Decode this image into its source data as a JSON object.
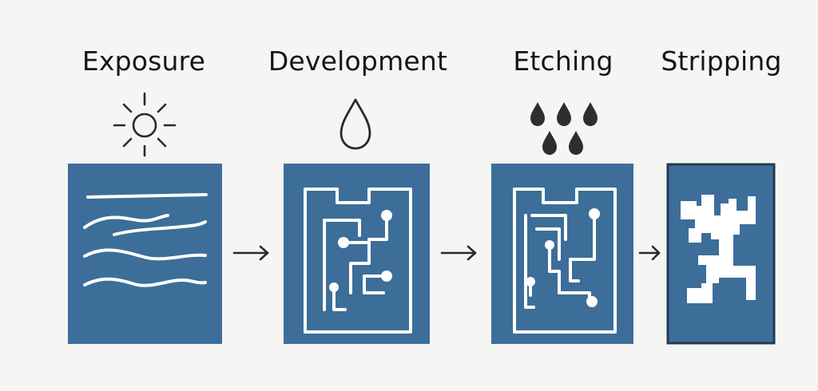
{
  "colors": {
    "background": "#f5f5f4",
    "panel": "#3c6e99",
    "panel_border": "#243a52",
    "trace": "#ffffff",
    "icon_dark": "#2a2a2a",
    "arrow": "#2a2a2a"
  },
  "stages": [
    {
      "label": "Exposure",
      "icon": "sun-icon"
    },
    {
      "label": "Development",
      "icon": "droplet-outline-icon"
    },
    {
      "label": "Etching",
      "icon": "droplets-icon"
    },
    {
      "label": "Stripping",
      "icon": "stripped-pattern-icon"
    }
  ]
}
